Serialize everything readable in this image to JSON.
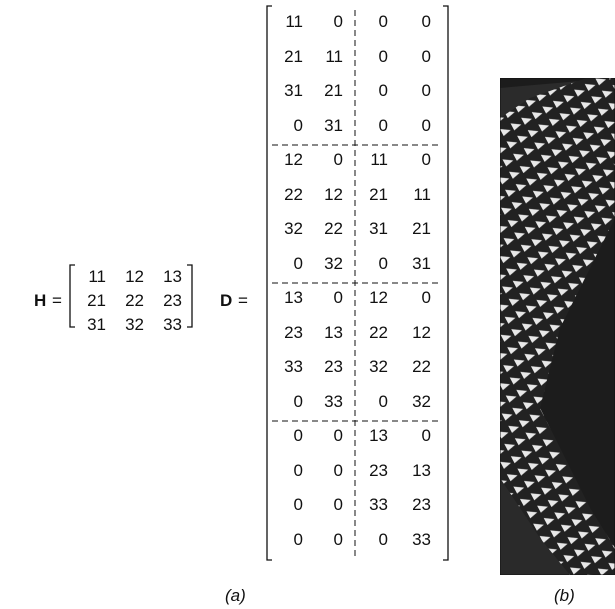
{
  "H": {
    "label": "H",
    "equals": "=",
    "rows": [
      [
        "11",
        "12",
        "13"
      ],
      [
        "21",
        "22",
        "23"
      ],
      [
        "31",
        "32",
        "33"
      ]
    ]
  },
  "D": {
    "label": "D",
    "equals": "=",
    "rows": [
      [
        "11",
        "0",
        "0",
        "0"
      ],
      [
        "21",
        "11",
        "0",
        "0"
      ],
      [
        "31",
        "21",
        "0",
        "0"
      ],
      [
        "0",
        "31",
        "0",
        "0"
      ],
      [
        "12",
        "0",
        "11",
        "0"
      ],
      [
        "22",
        "12",
        "21",
        "11"
      ],
      [
        "32",
        "22",
        "31",
        "21"
      ],
      [
        "0",
        "32",
        "0",
        "31"
      ],
      [
        "13",
        "0",
        "12",
        "0"
      ],
      [
        "23",
        "13",
        "22",
        "12"
      ],
      [
        "33",
        "23",
        "32",
        "22"
      ],
      [
        "0",
        "33",
        "0",
        "32"
      ],
      [
        "0",
        "0",
        "13",
        "0"
      ],
      [
        "0",
        "0",
        "23",
        "13"
      ],
      [
        "0",
        "0",
        "33",
        "23"
      ],
      [
        "0",
        "0",
        "0",
        "33"
      ]
    ]
  },
  "captions": {
    "a": "(a)",
    "b": "(b)"
  }
}
